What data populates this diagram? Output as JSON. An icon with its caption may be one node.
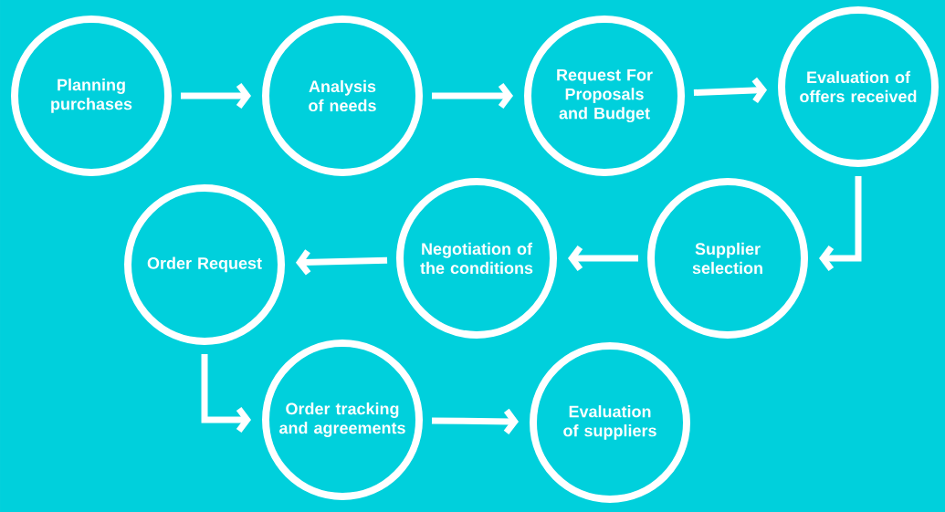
{
  "diagram": {
    "nodes": [
      {
        "text": [
          "Planning purchases"
        ]
      },
      {
        "text": [
          "Analysis of needs"
        ]
      },
      {
        "text": [
          "Request For Proposals and Budget"
        ]
      },
      {
        "text": [
          "Evaluation of offers received"
        ]
      },
      {
        "text": [
          "Supplier selection"
        ]
      },
      {
        "text": [
          "Negotiation of the conditions"
        ]
      },
      {
        "text": [
          "Order Request"
        ]
      },
      {
        "text": [
          "Order tracking and agreements"
        ]
      },
      {
        "text": [
          "Evaluation of suppliers"
        ]
      }
    ],
    "edges": [
      {
        "from": 0,
        "to": 1,
        "arrow": "to"
      },
      {
        "from": 1,
        "to": 2,
        "arrow": "to"
      },
      {
        "from": 2,
        "to": 3,
        "arrow": "to"
      },
      {
        "from": 3,
        "to": 4,
        "arrow": "to"
      },
      {
        "from": 4,
        "to": 5,
        "arrow": "to"
      },
      {
        "from": 5,
        "to": 6,
        "arrow": "to"
      },
      {
        "from": 6,
        "to": 7,
        "arrow": "to"
      },
      {
        "from": 7,
        "to": 8,
        "arrow": "to"
      }
    ]
  }
}
